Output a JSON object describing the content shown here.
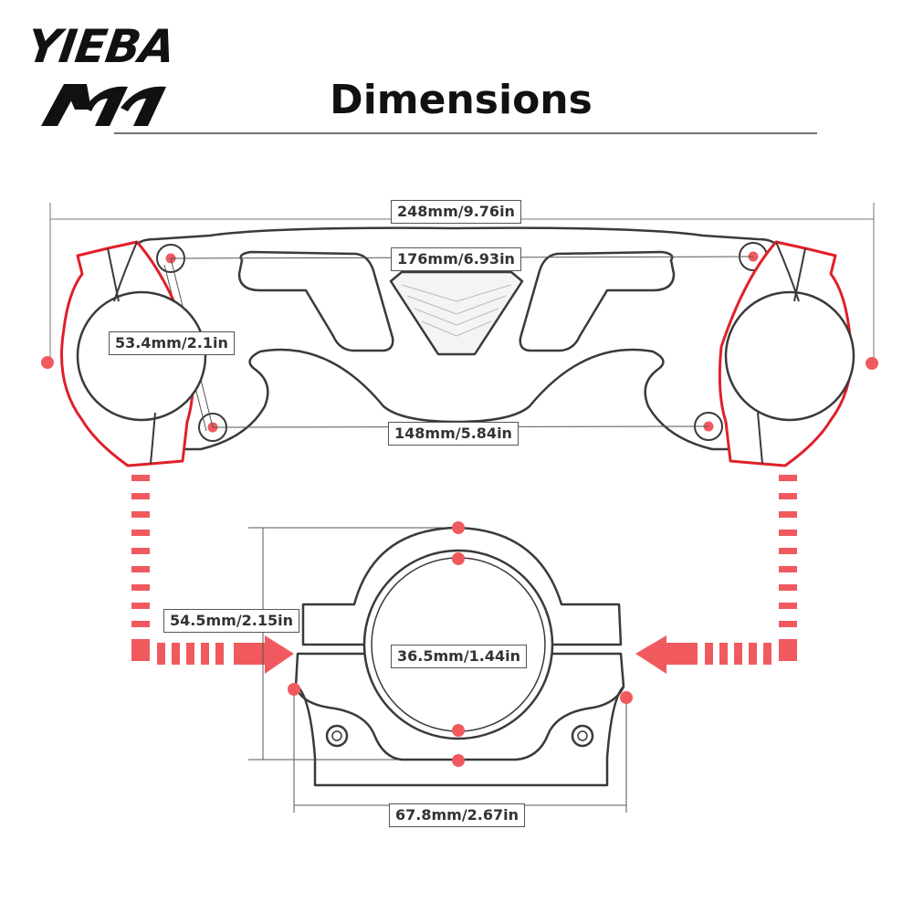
{
  "brand": {
    "name": "YIEBA"
  },
  "title": "Dimensions",
  "dimensions": {
    "overall_width": "248mm/9.76in",
    "upper_bolt_spacing": "176mm/6.93in",
    "clamp_bolt_offset": "53.4mm/2.1in",
    "lower_bolt_spacing": "148mm/5.84in",
    "clamp_height": "54.5mm/2.15in",
    "inner_diameter": "36.5mm/1.44in",
    "clamp_width": "67.8mm/2.67in"
  },
  "colors": {
    "accent": "#e0202a",
    "marker": "#f05a5e",
    "outline": "#3a3a3a",
    "part_fill": "#ffffff"
  }
}
